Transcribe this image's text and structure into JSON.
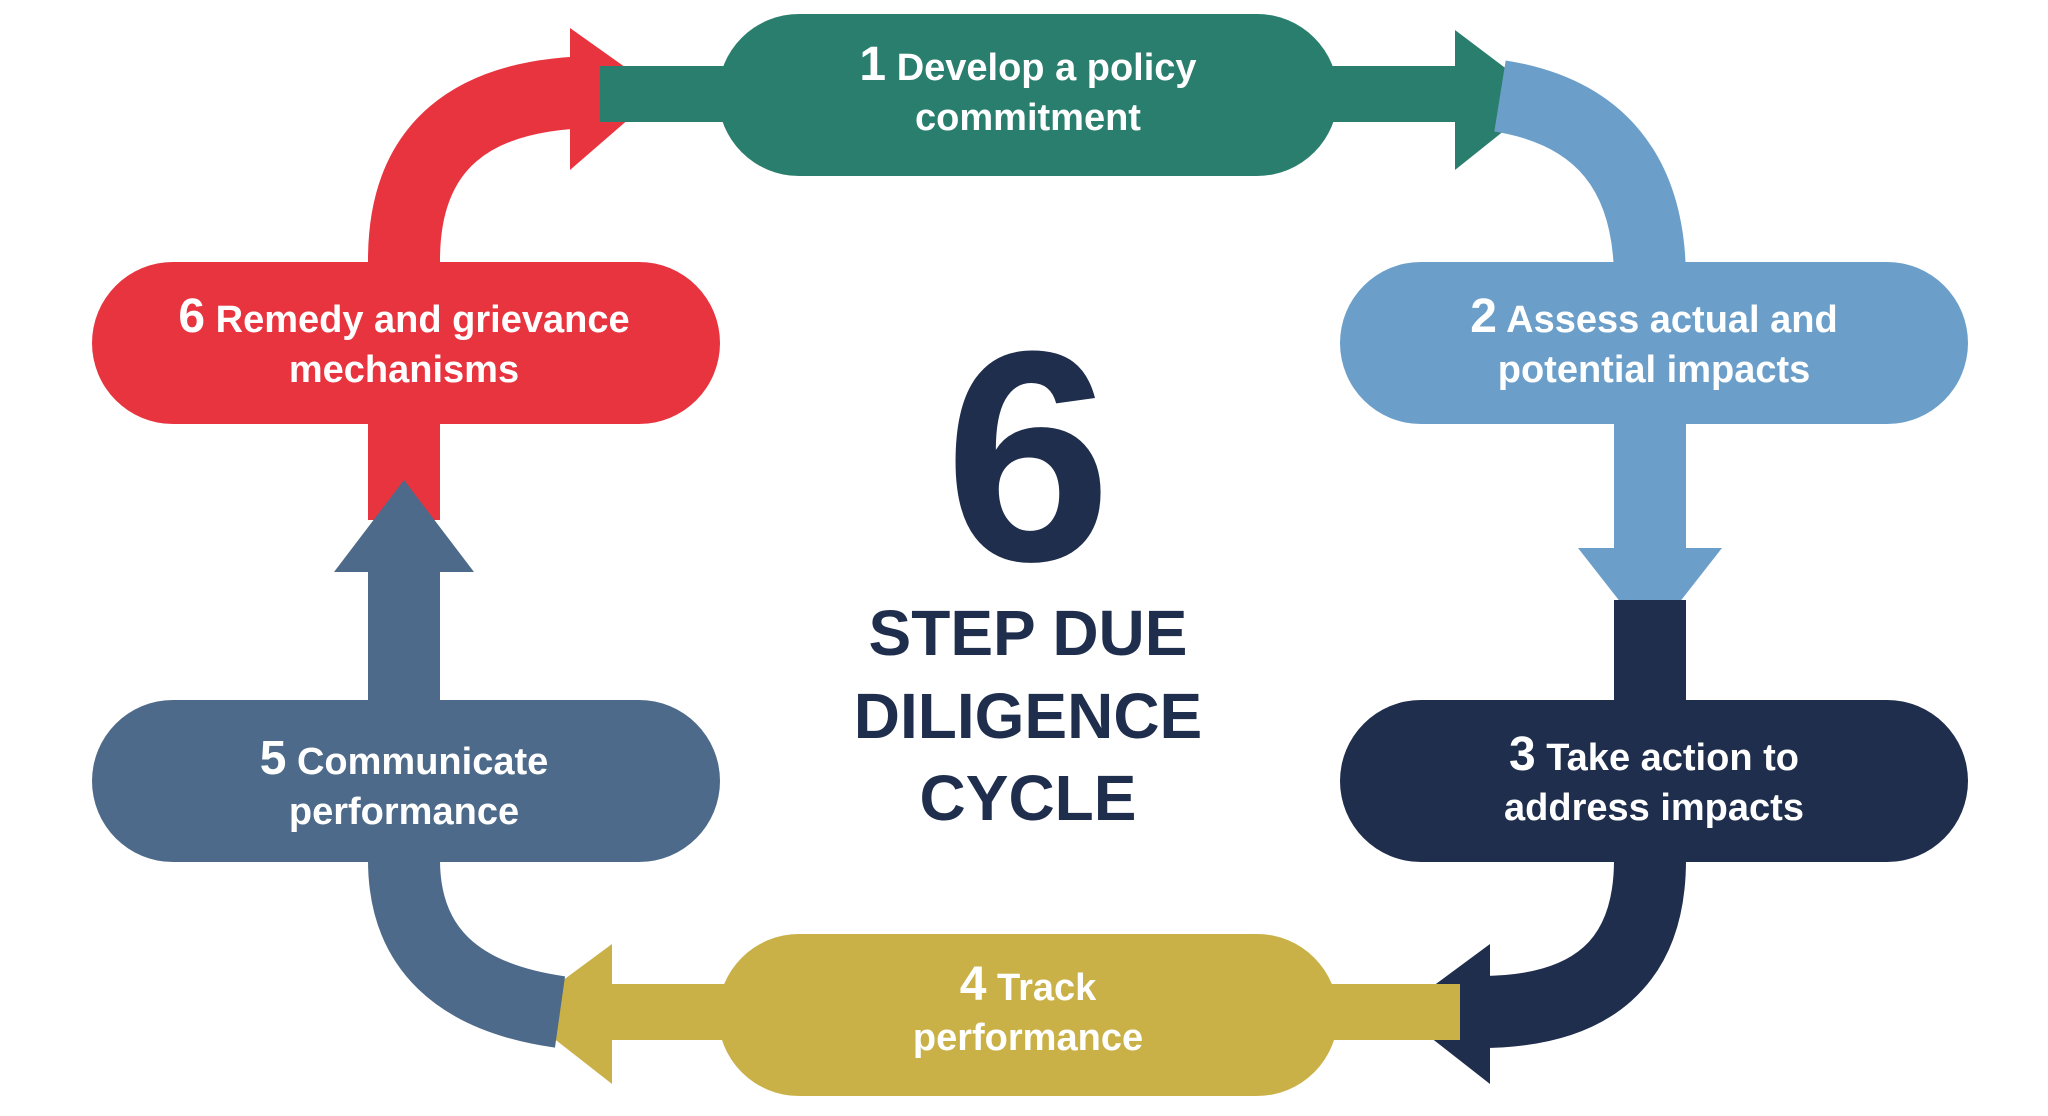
{
  "center": {
    "big_number": "6",
    "title_lines": [
      "STEP DUE",
      "DILIGENCE",
      "CYCLE"
    ]
  },
  "steps": [
    {
      "number": "1",
      "lines": [
        "Develop a policy",
        "commitment"
      ],
      "color": "#2a7e6d"
    },
    {
      "number": "2",
      "lines": [
        "Assess actual and",
        "potential impacts"
      ],
      "color": "#6b9fca"
    },
    {
      "number": "3",
      "lines": [
        "Take action to",
        "address impacts"
      ],
      "color": "#1f2e4d"
    },
    {
      "number": "4",
      "lines": [
        "Track",
        "performance"
      ],
      "color": "#c9b148"
    },
    {
      "number": "5",
      "lines": [
        "Communicate",
        "performance"
      ],
      "color": "#4d6a8a"
    },
    {
      "number": "6",
      "lines": [
        "Remedy and grievance",
        "mechanisms"
      ],
      "color": "#e8343f"
    }
  ]
}
